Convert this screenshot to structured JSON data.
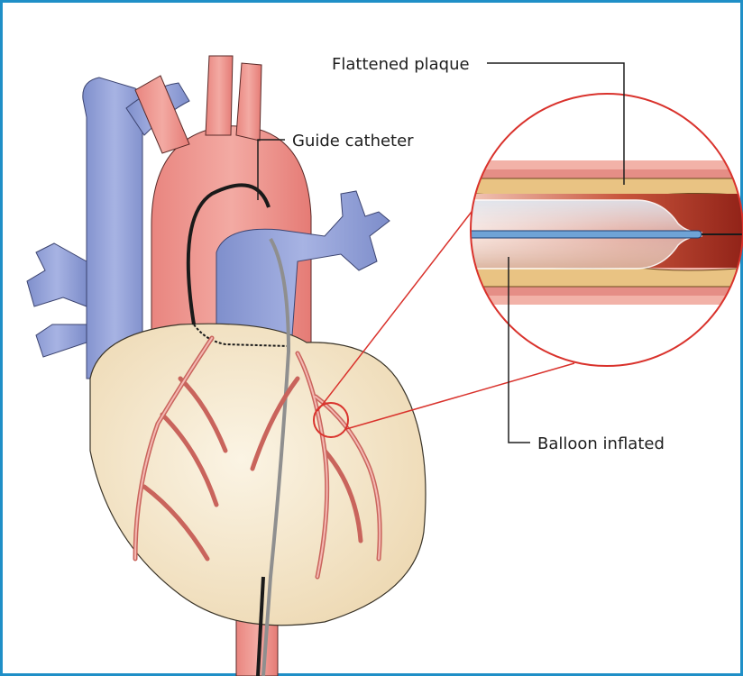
{
  "labels": {
    "flattened_plaque": "Flattened plaque",
    "guide_catheter": "Guide catheter",
    "balloon_inflated": "Balloon inflated"
  },
  "colors": {
    "frame_border": "#1f8fc7",
    "artery": "#ef9891",
    "vein": "#8e9fd8",
    "heart": "#f6ead0",
    "coronary": "#e58e86",
    "magnifier_ring": "#d9322c",
    "plaque": "#e9c383",
    "catheter": "#1a1a1a",
    "wire": "#8f8f8f"
  }
}
